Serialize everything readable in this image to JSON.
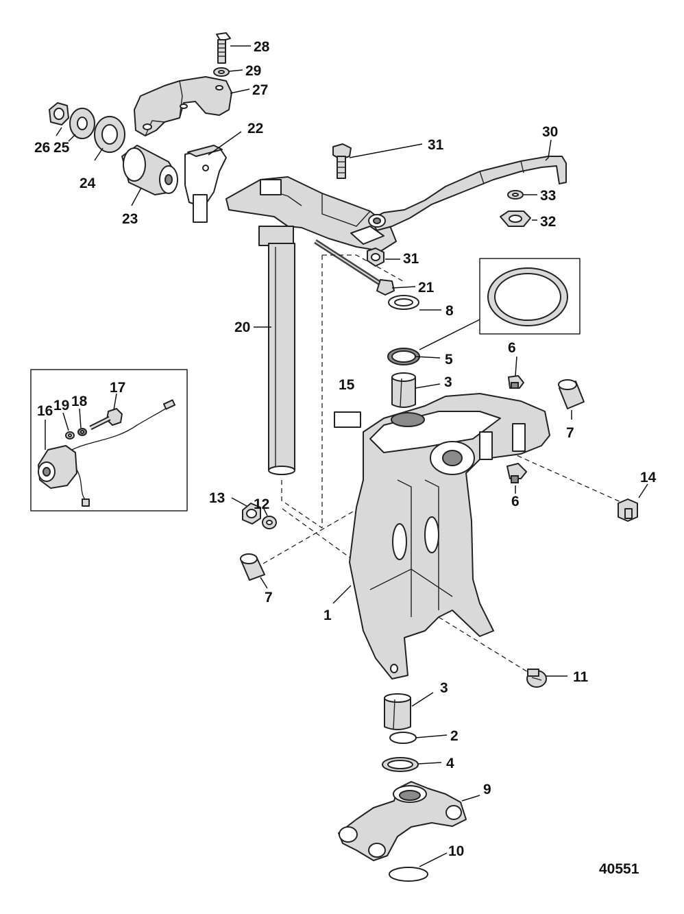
{
  "figure_id": "40551",
  "callouts": {
    "c1": "1",
    "c2": "2",
    "c3a": "3",
    "c3b": "3",
    "c4": "4",
    "c5": "5",
    "c6a": "6",
    "c6b": "6",
    "c7a": "7",
    "c7b": "7",
    "c8": "8",
    "c9": "9",
    "c10": "10",
    "c11": "11",
    "c12": "12",
    "c13": "13",
    "c14": "14",
    "c15": "15",
    "c16": "16",
    "c17": "17",
    "c18": "18",
    "c19": "19",
    "c20": "20",
    "c21": "21",
    "c22": "22",
    "c23": "23",
    "c24": "24",
    "c25": "25",
    "c26": "26",
    "c27": "27",
    "c28": "28",
    "c29": "29",
    "c30": "30",
    "c31a": "31",
    "c31b": "31",
    "c32": "32",
    "c33": "33"
  }
}
